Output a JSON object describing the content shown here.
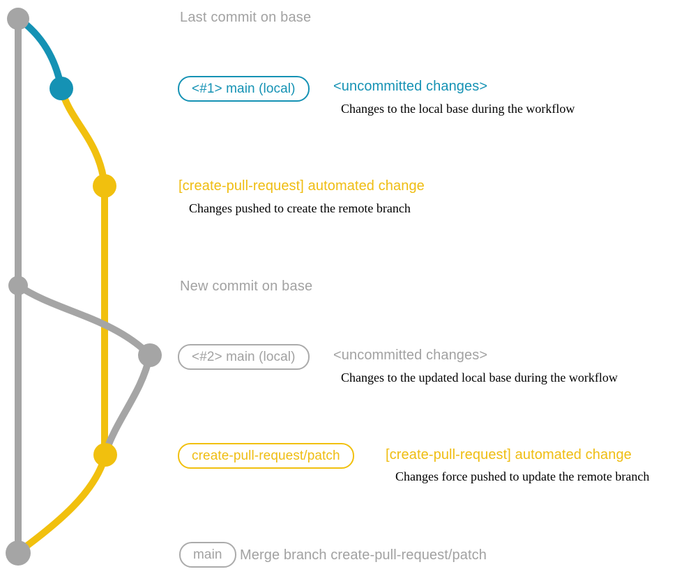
{
  "colors": {
    "gray": "#a5a5a5",
    "gray_text": "#a2a2a2",
    "gray_badge": "#ababab",
    "blue": "#1592b4",
    "yellow": "#f1c00e",
    "yellow_text": "#efbd12",
    "black": "#000000"
  },
  "graph": {
    "branches": [
      {
        "name": "base",
        "color": "gray"
      },
      {
        "name": "local-main-changes",
        "color": "blue"
      },
      {
        "name": "create-pull-request-patch",
        "color": "yellow"
      }
    ],
    "commits": [
      {
        "name": "last-commit-on-base",
        "color": "gray"
      },
      {
        "name": "local-main-commit-1",
        "color": "blue"
      },
      {
        "name": "patch-commit-1",
        "color": "yellow"
      },
      {
        "name": "new-commit-on-base",
        "color": "gray"
      },
      {
        "name": "local-main-commit-2",
        "color": "gray"
      },
      {
        "name": "patch-commit-2",
        "color": "yellow"
      },
      {
        "name": "merge-commit",
        "color": "gray"
      }
    ]
  },
  "rows": {
    "last_commit": {
      "caption": "Last commit on base"
    },
    "local_main_1": {
      "badge": "<#1> main (local)",
      "title": "<uncommitted changes>",
      "subtitle": "Changes to the local base during the workflow"
    },
    "patch_1": {
      "title": "[create-pull-request] automated change",
      "subtitle": "Changes pushed to create the remote branch"
    },
    "new_commit": {
      "caption": "New commit on base"
    },
    "local_main_2": {
      "badge": "<#2> main (local)",
      "title": "<uncommitted changes>",
      "subtitle": "Changes to the updated local base during the workflow"
    },
    "patch_2": {
      "badge": "create-pull-request/patch",
      "title": "[create-pull-request] automated change",
      "subtitle": "Changes force pushed to update the remote branch"
    },
    "merge": {
      "badge": "main",
      "title": "Merge branch create-pull-request/patch"
    }
  }
}
